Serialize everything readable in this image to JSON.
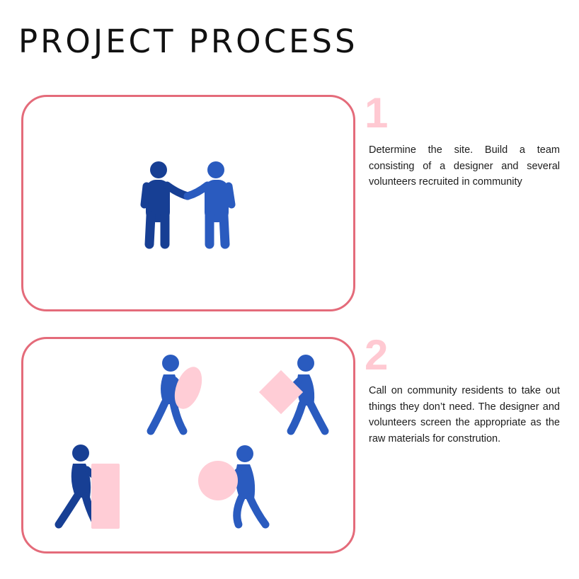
{
  "title": "PROJECT PROCESS",
  "steps": [
    {
      "number": "1",
      "text": "Determine the site. Build a team consisting of a designer and several volunteers recruited in community",
      "illustration": "handshake-icon"
    },
    {
      "number": "2",
      "text": "Call on community residents to take out things  they don’t need. The designer and volunteers screen the appropriate as the raw materials for constrution.",
      "illustration": "people-carrying-objects"
    }
  ],
  "colors": {
    "frame": "#e46b7a",
    "number": "#ffc9d2",
    "person_dark": "#173f94",
    "person_light": "#2a5bbf",
    "object": "#ffcdd6"
  }
}
